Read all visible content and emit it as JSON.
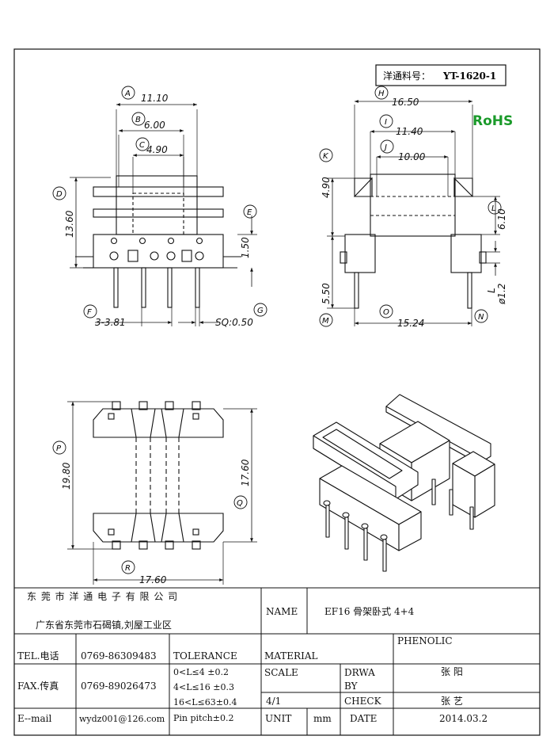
{
  "header": {
    "part_label": "洋通料号：",
    "part_number": "YT-1620-1",
    "rohs": "RoHS"
  },
  "front_view": {
    "dims": {
      "A": "11.10",
      "B": "6.00",
      "C": "4.90",
      "D": "13.60",
      "E": "1.50",
      "F": "3-3.81",
      "G": "SQ:0.50"
    },
    "letters": [
      "A",
      "B",
      "C",
      "D",
      "E",
      "F",
      "G"
    ]
  },
  "side_view": {
    "dims": {
      "H": "16.50",
      "I": "11.40",
      "J": "10.00",
      "K": "4.90",
      "L": "6.10",
      "M": "5.50",
      "N": "ø1.2",
      "N_L": "L",
      "O": "15.24"
    },
    "letters": [
      "H",
      "I",
      "J",
      "K",
      "L",
      "M",
      "N",
      "O"
    ]
  },
  "bottom_view": {
    "dims": {
      "P": "19.80",
      "Q": "17.60",
      "R": "17.60"
    },
    "letters": [
      "P",
      "Q",
      "R"
    ]
  },
  "title_block": {
    "company": "东 莞 市 洋 通 电 子 有 限 公 司",
    "address": "广东省东莞市石碣镇,刘屋工业区",
    "name_label": "NAME",
    "name_value": "EF16 骨架卧式 4+4",
    "tel_label": "TEL.电话",
    "tel_value": "0769-86309483",
    "tolerance_label": "TOLERANCE",
    "material_label": "MATERIAL",
    "material_value": "PHENOLIC",
    "fax_label": "FAX.传真",
    "fax_value": "0769-89026473",
    "tolerance_rows": [
      "0<L≤4   ±0.2",
      "4<L≤16  ±0.3",
      "16<L≤63±0.4",
      "Pin pitch±0.2"
    ],
    "scale_label": "SCALE",
    "scale_value": "4/1",
    "drawn_by_label": "DRWA",
    "drawn_by_label2": "BY",
    "drawn_by_value": "张 阳",
    "check_label": "CHECK",
    "check_value": "张 艺",
    "email_label": "E--mail",
    "email_value": "wydz001@126.com",
    "unit_label": "UNIT",
    "unit_value": "mm",
    "date_label": "DATE",
    "date_value": "2014.03.2"
  }
}
